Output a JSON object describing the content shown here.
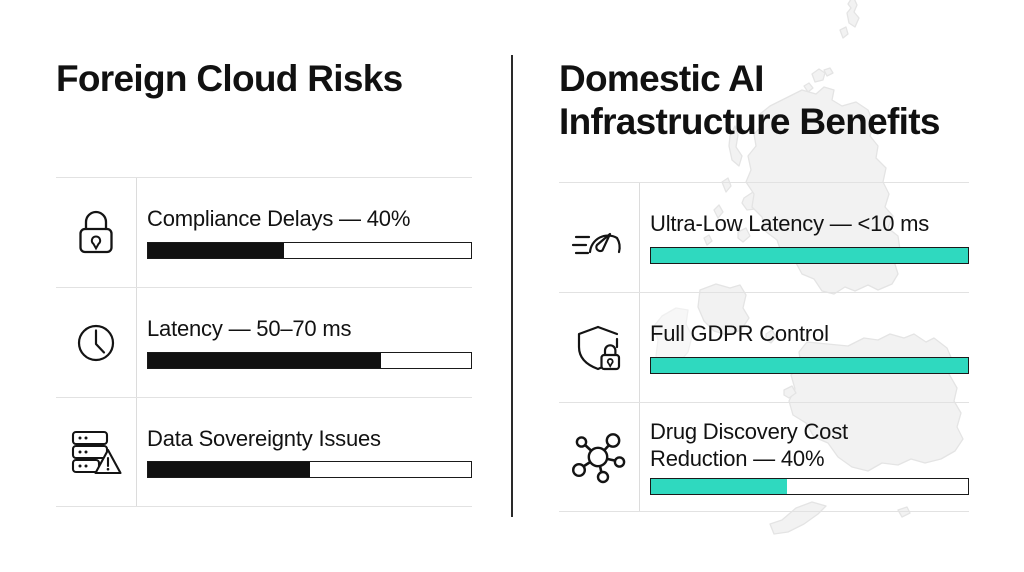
{
  "theme": {
    "background": "#ffffff",
    "text_color": "#111111",
    "risk_bar_color": "#111111",
    "benefit_bar_color": "#2FD9BF",
    "divider_color": "#2a2a2a",
    "rule_color": "#e2e2e2",
    "watermark_color": "#eeeeee"
  },
  "background": {
    "watermark_name": "uk-map-outline"
  },
  "left": {
    "title": "Foreign Cloud Risks",
    "rows": [
      {
        "icon": "lock-icon",
        "label": "Compliance Delays — 40%",
        "value_text": "40%",
        "fill_percent": 42
      },
      {
        "icon": "clock-icon",
        "label": "Latency — 50–70 ms",
        "value_text": "50–70 ms",
        "fill_percent": 72
      },
      {
        "icon": "server-warning-icon",
        "label": "Data Sovereignty Issues",
        "value_text": "",
        "fill_percent": 50
      }
    ]
  },
  "right": {
    "title": "Domestic AI\nInfrastructure Benefits",
    "rows": [
      {
        "icon": "speedometer-icon",
        "label": "Ultra-Low Latency — <10 ms",
        "value_text": "<10 ms",
        "fill_percent": 100
      },
      {
        "icon": "shield-lock-icon",
        "label": "Full GDPR Control",
        "value_text": "",
        "fill_percent": 100
      },
      {
        "icon": "molecule-icon",
        "label": "Drug Discovery Cost\nReduction — 40%",
        "value_text": "40%",
        "fill_percent": 43
      }
    ]
  }
}
